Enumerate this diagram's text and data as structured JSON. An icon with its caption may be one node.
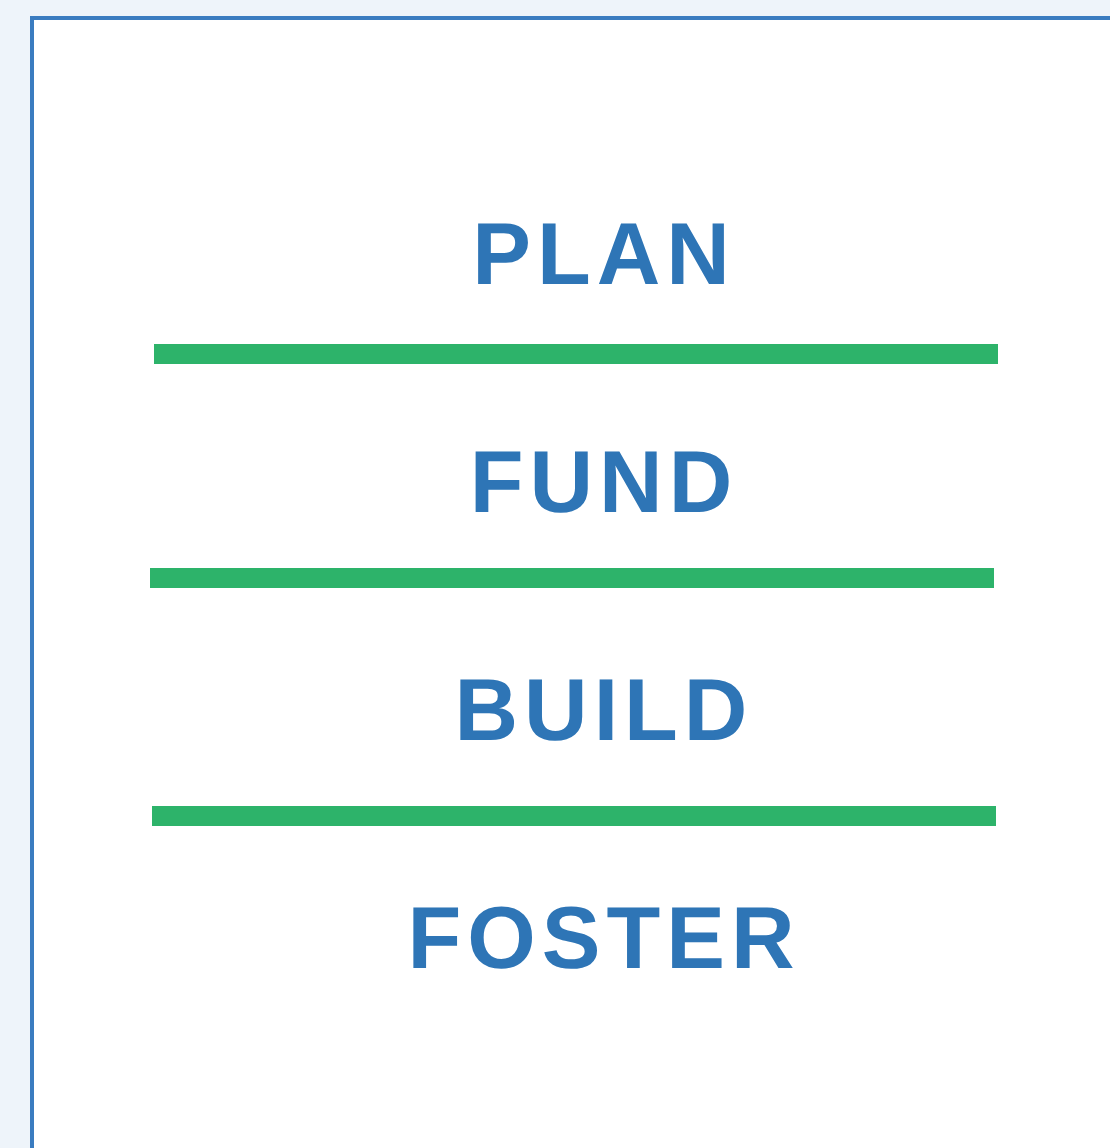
{
  "diagram": {
    "nodes": [
      {
        "text": [
          "PLAN",
          "FUND",
          "BUILD",
          "FOSTER"
        ]
      }
    ]
  }
}
